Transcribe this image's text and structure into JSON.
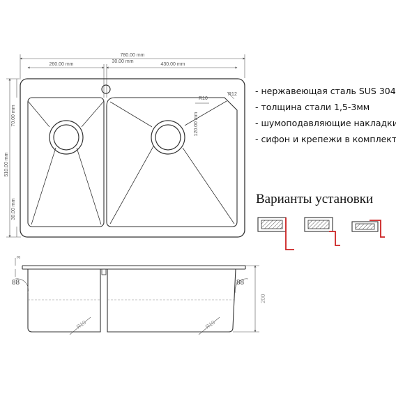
{
  "dimensions": {
    "total_width": "780.00 mm",
    "left_bowl_width": "260.00 mm",
    "divider_width": "30.00 mm",
    "right_bowl_width": "430.00 mm",
    "total_depth": "510.00 mm",
    "left_top_margin": "70.00 mm",
    "left_bottom_margin": "30.00 mm",
    "corner_radius_r10": "R10",
    "corner_radius_r12": "R12",
    "right_offset": "120.00 mm"
  },
  "side_view": {
    "rim_thickness": "3",
    "left_angle": "88",
    "right_angle": "88",
    "bowl_height": "200",
    "left_radius": "R10",
    "right_radius": "R10"
  },
  "features": [
    "- нержавеющая сталь SUS 304",
    "- толщина стали 1,5-3мм",
    "- шумоподавляющие накладки",
    "- сифон и крепежи в комплекте"
  ],
  "installation": {
    "title": "Варианты установки"
  },
  "colors": {
    "outline": "#333333",
    "dimension": "#555555",
    "accent_red": "#cc2222"
  }
}
